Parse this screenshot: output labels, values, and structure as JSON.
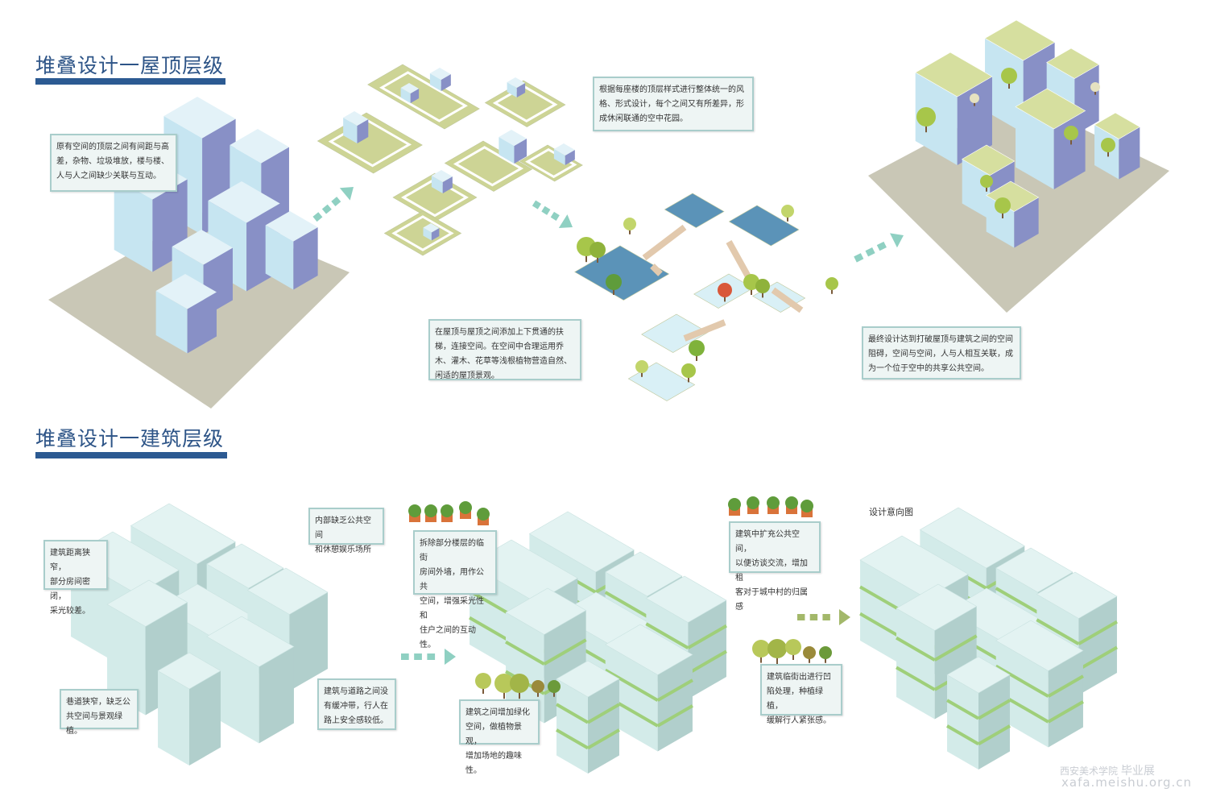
{
  "sections": [
    {
      "title": "堆叠设计一屋顶层级"
    },
    {
      "title": "堆叠设计一建筑层级"
    }
  ],
  "roof_callouts": [
    "原有空间的顶层之间有间距与高\n差，杂物、垃圾堆放，楼与楼、\n人与人之间缺少关联与互动。",
    "根据每座楼的顶层样式进行整体统一的风\n格、形式设计，每个之间又有所差异，形\n成休闲联通的空中花园。",
    "在屋顶与屋顶之间添加上下贯通的扶\n梯，连接空间。在空间中合理运用乔\n木、灌木、花草等浅根植物营造自然、\n闲适的屋顶景观。",
    "最终设计达到打破屋顶与建筑之间的空间\n阻碍，空间与空间，人与人相互关联，成\n为一个位于空中的共享公共空间。"
  ],
  "building_callouts": [
    "建筑距离狭窄，\n部分房间密闭，\n采光较差。",
    "内部缺乏公共空间\n和休憩娱乐场所",
    "巷道狭窄，缺乏公\n共空间与景观绿植。",
    "建筑与道路之间没\n有缓冲带，行人在\n路上安全感较低。",
    "拆除部分楼层的临街\n房间外墙，用作公共\n空间，增强采光性和\n住户之间的互动性。",
    "建筑中扩充公共空间，\n以便访谈交流，增加租\n客对于城中村的归属感",
    "建筑之间增加绿化\n空间，做植物景观，\n增加场地的趣味性。",
    "建筑临街出进行凹\n陷处理，种植绿植，\n缓解行人紧张感。"
  ],
  "design_intent_label": "设计意向图",
  "watermark": {
    "logo": "西安美术学院",
    "tag": "毕业展",
    "url": "xafa.meishu.org.cn"
  },
  "colors": {
    "title": "#2d5487",
    "bar": "#2c5a92",
    "arrow": "#8fd0c2",
    "arrow_olive": "#a3b86a"
  }
}
